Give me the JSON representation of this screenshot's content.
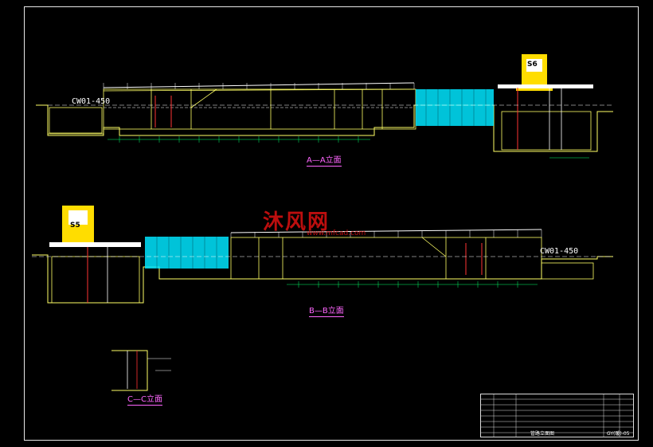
{
  "sections": {
    "aa": {
      "title": "A—A立面",
      "cw_label": "CW01-450",
      "tower_label": "S6"
    },
    "bb": {
      "title": "B—B立面",
      "cw_label": "CW01-450",
      "tower_label": "S5"
    },
    "cc": {
      "title": "C—C立面"
    }
  },
  "watermark": {
    "text": "沐风网",
    "url": "www.mfcad.com"
  },
  "title_block": {
    "drawing_title": "管路立面图",
    "drawing_number": "GY(暖)-05"
  },
  "colors": {
    "background": "#000000",
    "structure": "#ffff66",
    "pipe_main": "#ffffff",
    "fill_media": "#00e5ff",
    "tower": "#ffdd00",
    "pipe_red": "#ff3333",
    "dimension": "#00ff66",
    "title_magenta": "#ff66ff"
  }
}
